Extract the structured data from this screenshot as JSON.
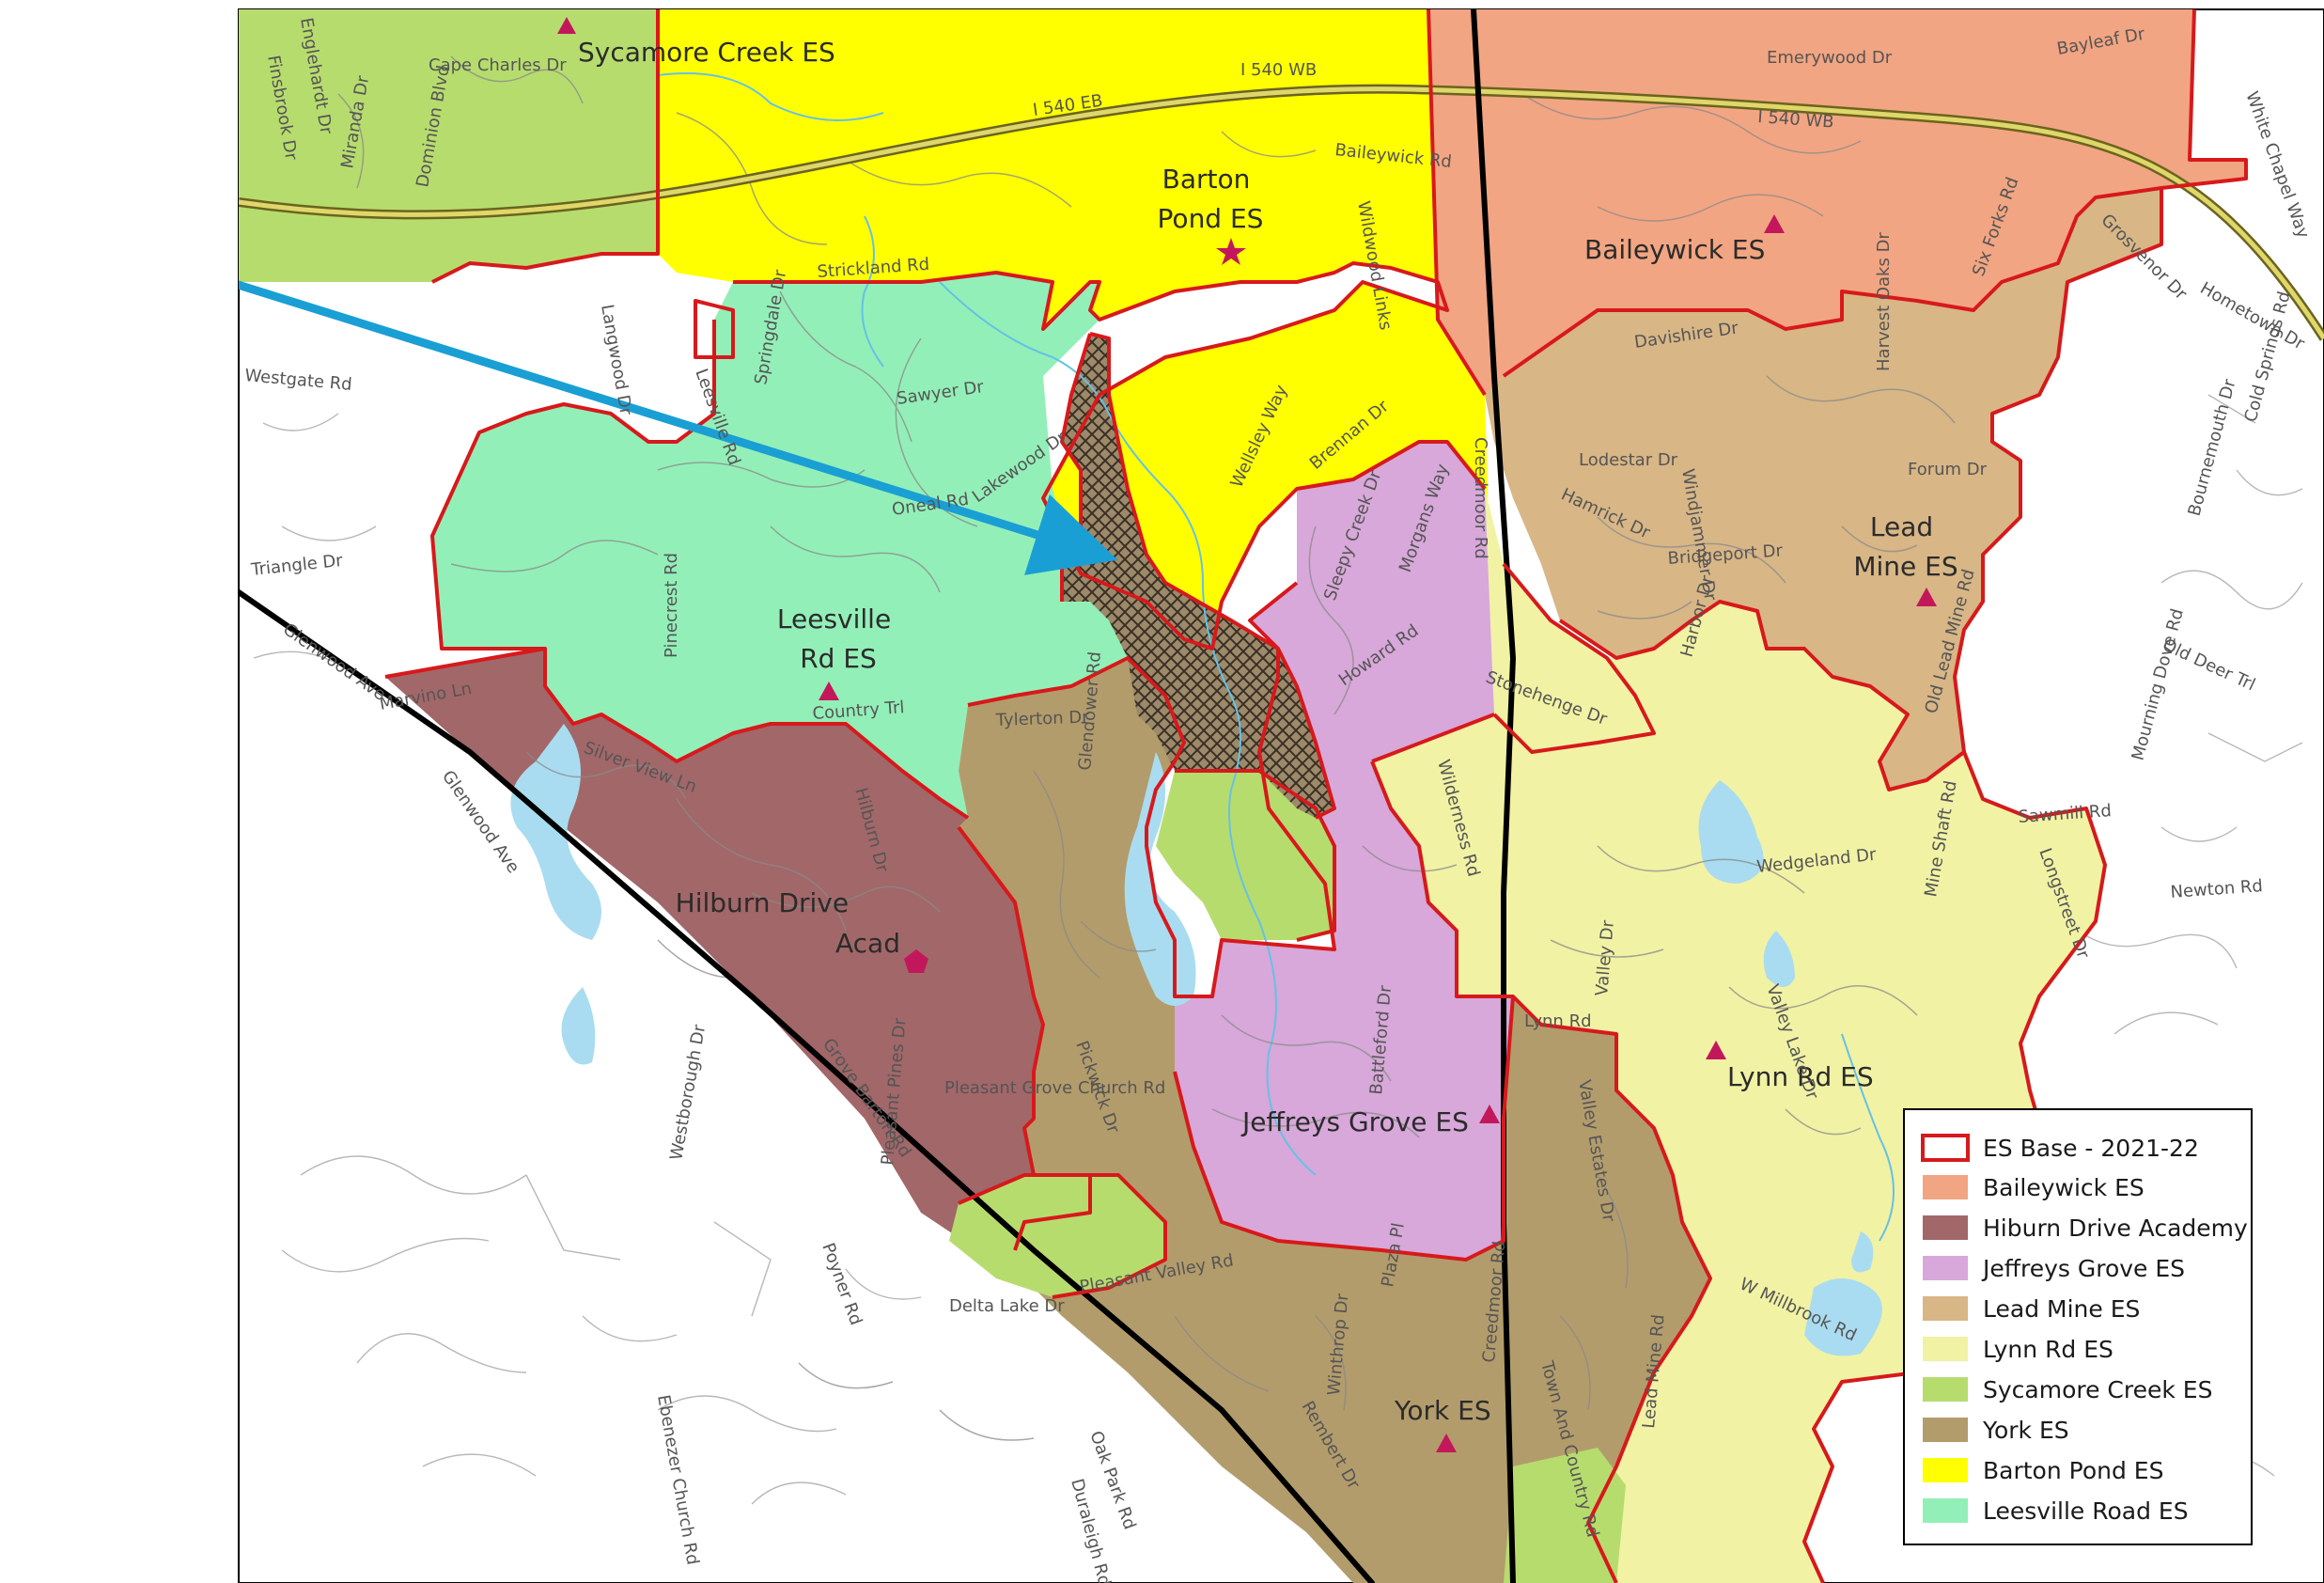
{
  "map": {
    "colors": {
      "boundary": "#d7191c",
      "arrow": "#1a9fd4",
      "marker": "#c2185b",
      "water": "#a9dcf0",
      "road": "#8a8a8a",
      "major_road": "#000000",
      "highway": "#b4a93a"
    },
    "zones": [
      {
        "key": "baileywick",
        "color": "#f2a582"
      },
      {
        "key": "hilburn",
        "color": "#a26769"
      },
      {
        "key": "jeffreys",
        "color": "#d7a8d9"
      },
      {
        "key": "leadmine",
        "color": "#d8b686"
      },
      {
        "key": "lynn",
        "color": "#f1f2a4"
      },
      {
        "key": "sycamore",
        "color": "#b7dc6e"
      },
      {
        "key": "york",
        "color": "#b39c6b"
      },
      {
        "key": "barton",
        "color": "#ffff00"
      },
      {
        "key": "leesville",
        "color": "#93efb8"
      }
    ],
    "school_labels": [
      {
        "name": "sycamore-creek-es",
        "lines": [
          "Sycamore Creek ES"
        ]
      },
      {
        "name": "barton-pond-es",
        "lines": [
          "Barton",
          "Pond ES"
        ]
      },
      {
        "name": "baileywick-es",
        "lines": [
          "Baileywick ES"
        ]
      },
      {
        "name": "lead-mine-es",
        "lines": [
          "Lead",
          "Mine ES"
        ]
      },
      {
        "name": "leesville-rd-es",
        "lines": [
          "Leesville",
          "Rd ES"
        ]
      },
      {
        "name": "hilburn-drive-acad",
        "lines": [
          "Hilburn Drive",
          "Acad"
        ]
      },
      {
        "name": "jeffreys-grove-es",
        "lines": [
          "Jeffreys Grove ES"
        ]
      },
      {
        "name": "lynn-rd-es",
        "lines": [
          "Lynn Rd ES"
        ]
      },
      {
        "name": "york-es",
        "lines": [
          "York ES"
        ]
      }
    ],
    "street_labels": [
      "I 540 WB",
      "I 540 EB",
      "I 540 WB",
      "Emerywood Dr",
      "Bayleaf Dr",
      "White Chapel Way",
      "Baileywick Rd",
      "Strickland Rd",
      "Wildwood Links",
      "Davishire Dr",
      "Six Forks Rd",
      "Grosvenor Dr",
      "Harvest Oaks Dr",
      "Hometown Dr",
      "Bournemouth Dr",
      "Cold Springs Rd",
      "Westgate Rd",
      "Langwood Dr",
      "Leesville Rd",
      "Springdale Dr",
      "Sawyer Dr",
      "Lakewood Dr",
      "Oneal Rd",
      "Wellsley Way",
      "Brennan Dr",
      "Creedmoor Rd",
      "Lodestar Dr",
      "Windjammer Dr",
      "Forum Dr",
      "Hamrick Dr",
      "Bridgeport Dr",
      "Harbor Dr",
      "Old Lead Mine Rd",
      "Old Deer Trl",
      "Mourning Dove Rd",
      "Triangle Dr",
      "Pinecrest Rd",
      "Sleepy Creek Dr",
      "Morgans Way",
      "Howard Rd",
      "Stonehenge Dr",
      "Country Trl",
      "Glenwood Ave",
      "Marvino Ln",
      "Silver View Ln",
      "Tylerton Dr",
      "Glendower Rd",
      "Hilburn Dr",
      "Wilderness Rd",
      "Wedgeland Dr",
      "Mine Shaft Rd",
      "Sawmill Rd",
      "Longstreet Dr",
      "Newton Rd",
      "Glenwood Ave",
      "Westborough Dr",
      "Grove Barton Rd",
      "Pleasant Pines Dr",
      "Pleasant Grove Church Rd",
      "Pickwick Dr",
      "Battleford Dr",
      "Valley Dr",
      "Valley Lake Dr",
      "Lynn Rd",
      "Valley Estates Dr",
      "Creedmoor Rd",
      "Pleasant Valley Rd",
      "Winthrop Dr",
      "Plaza Pl",
      "Rembert Dr",
      "Town And Country Rd",
      "Lead Mine Rd",
      "W Millbrook Rd",
      "Poyner Rd",
      "Delta Lake Dr",
      "Ebenezer Church Rd",
      "Duraleigh Rd",
      "Oak Park Rd",
      "Dominion Blvd",
      "Miranda Dr",
      "Cape Charles Dr",
      "Englehardt Dr",
      "Finsbrook Dr"
    ]
  },
  "legend": {
    "boundary_label": "ES Base - 2021-22",
    "items": [
      {
        "label": "Baileywick ES",
        "color": "#f2a582"
      },
      {
        "label": "Hiburn Drive Academy",
        "color": "#a26769"
      },
      {
        "label": "Jeffreys Grove ES",
        "color": "#d7a8d9"
      },
      {
        "label": "Lead Mine ES",
        "color": "#d8b686"
      },
      {
        "label": "Lynn Rd ES",
        "color": "#f1f2a4"
      },
      {
        "label": "Sycamore Creek ES",
        "color": "#b7dc6e"
      },
      {
        "label": "York ES",
        "color": "#b39c6b"
      },
      {
        "label": "Barton Pond ES",
        "color": "#ffff00"
      },
      {
        "label": "Leesville Road ES",
        "color": "#93efb8"
      }
    ]
  }
}
